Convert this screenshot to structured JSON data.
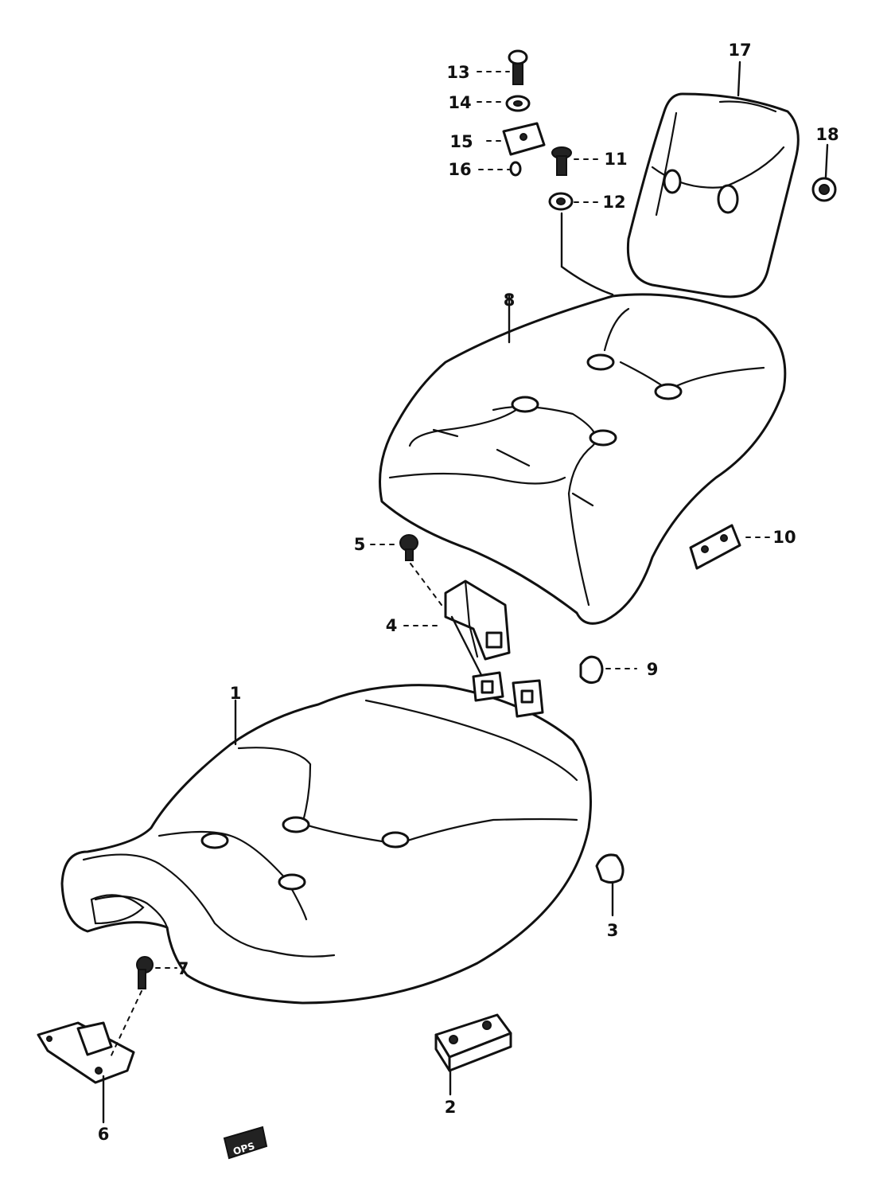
{
  "callouts": [
    "1",
    "2",
    "3",
    "4",
    "5",
    "6",
    "7",
    "8",
    "9",
    "10",
    "11",
    "12",
    "13",
    "14",
    "15",
    "16",
    "17",
    "18"
  ],
  "stamp": "OPS",
  "colors": {
    "ink": "#111111",
    "paper": "#ffffff"
  }
}
